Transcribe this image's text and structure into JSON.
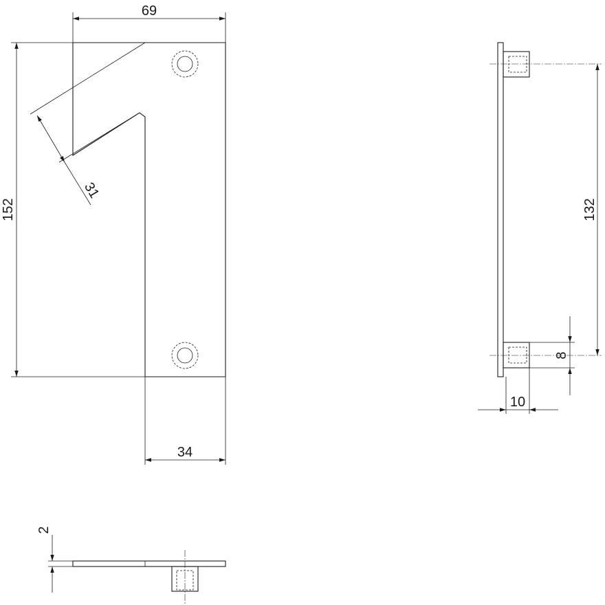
{
  "dimensions": {
    "width_top": "69",
    "height_total": "152",
    "diagonal": "31",
    "width_bottom": "34",
    "hole_spacing": "132",
    "standoff_dia": "8",
    "standoff_len": "10",
    "thickness": "2"
  }
}
